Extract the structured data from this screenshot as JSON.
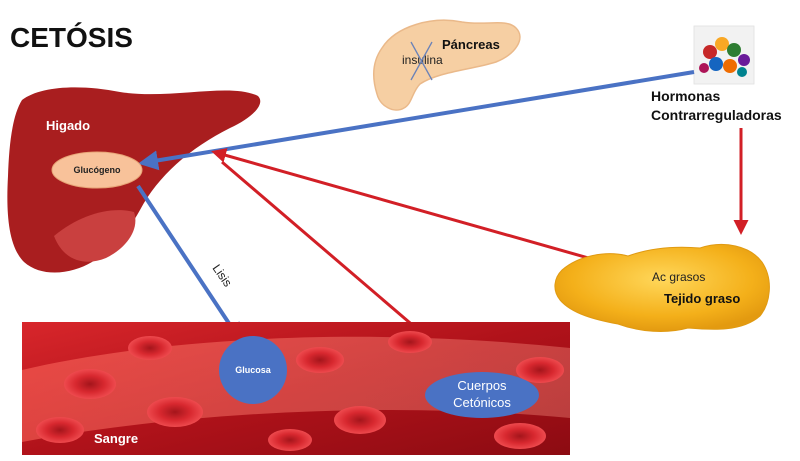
{
  "title": "CETÓSIS",
  "pancreas": {
    "label": "Páncreas",
    "hormone": "insulina"
  },
  "liver": {
    "label": "Higado",
    "store": "Glucógeno"
  },
  "hormones": {
    "line1": "Hormonas",
    "line2": "Contrarreguladoras"
  },
  "fat": {
    "label": "Tejido graso",
    "acids": "Ac grasos"
  },
  "blood": {
    "label": "Sangre",
    "glucose": "Glucosa",
    "ketones_line1": "Cuerpos",
    "ketones_line2": "Cetónicos"
  },
  "arrow_labels": {
    "lysis": "Lisis"
  },
  "colors": {
    "liver": "#a91e1f",
    "liver_dark": "#8a1518",
    "liver_lobe": "#c9403f",
    "glycogen": "#f8c29a",
    "pancreas": "#f6cfa3",
    "blue_arrow": "#4a72c4",
    "red_arrow": "#d21f26",
    "fat": "#f5b51e",
    "blood_bg": "#b8141c",
    "cell": "#e2343a",
    "ketone_fill": "#4a72c4"
  }
}
